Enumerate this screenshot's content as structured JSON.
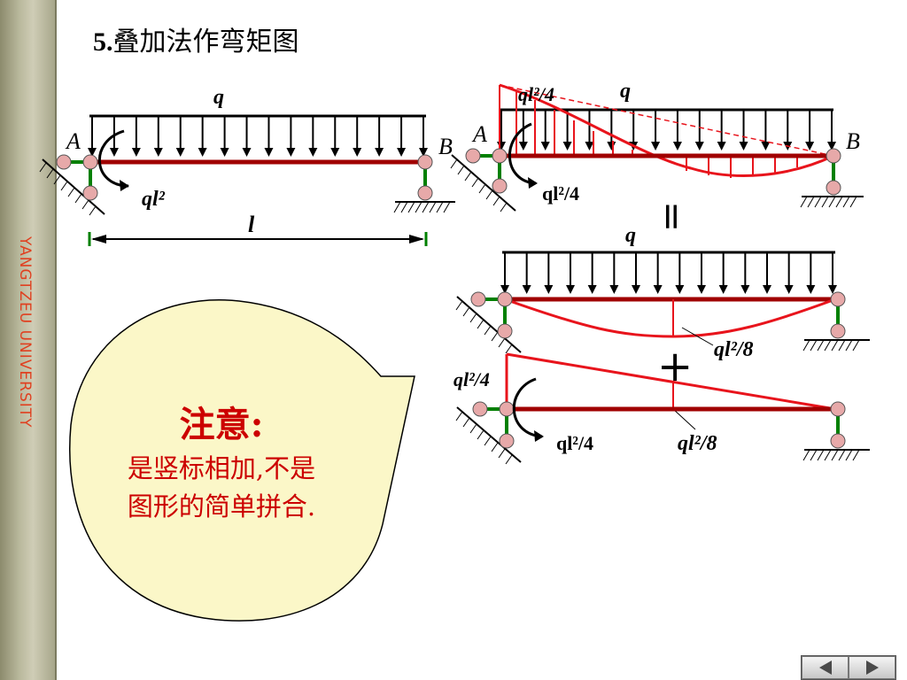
{
  "sidebar": {
    "vertical_text": "YANGTZEU   UNIVERSITY"
  },
  "slide": {
    "title_number": "5.",
    "title_text": "叠加法作弯矩图"
  },
  "note": {
    "title": "注意:",
    "line1": "是竖标相加,不是",
    "line2": "图形的简单拼合."
  },
  "diagram": {
    "left_beam": {
      "load": "q",
      "support_a": "A",
      "support_b": "B",
      "moment": "ql²",
      "span": "l"
    },
    "top_right": {
      "load": "q",
      "support_a": "A",
      "support_b": "B",
      "moment_label_top": "ql²/4",
      "moment_label_bottom": "ql²/4"
    },
    "equals": "=",
    "mid_right": {
      "load": "q",
      "moment_label": "ql²/8"
    },
    "plus": "+",
    "bottom_right": {
      "moment_label_left": "ql²/4",
      "moment_label_bottom": "ql²/4",
      "moment_label_mid": "ql²/8"
    }
  },
  "colors": {
    "red": "#e8141c",
    "beam": "#a00000",
    "green": "#008000",
    "support": "#e7a9a9"
  }
}
